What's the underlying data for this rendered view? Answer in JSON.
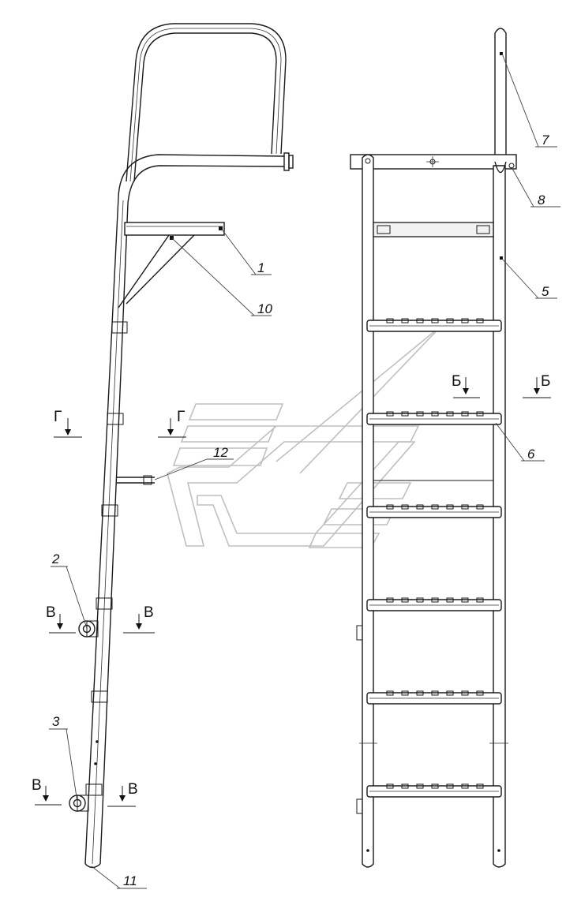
{
  "callouts": [
    "1",
    "2",
    "3",
    "5",
    "6",
    "7",
    "8",
    "10",
    "11",
    "12"
  ],
  "sections": {
    "g_left": "Г",
    "g_right": "Г",
    "b_left": "Б",
    "b_right": "Б",
    "v_upper_left": "В",
    "v_upper_right": "В",
    "v_lower_left": "В",
    "v_lower_right": "В"
  },
  "colors": {
    "line": "#1a1a1a",
    "watermark": "#bfbfbf",
    "background": "#ffffff"
  }
}
